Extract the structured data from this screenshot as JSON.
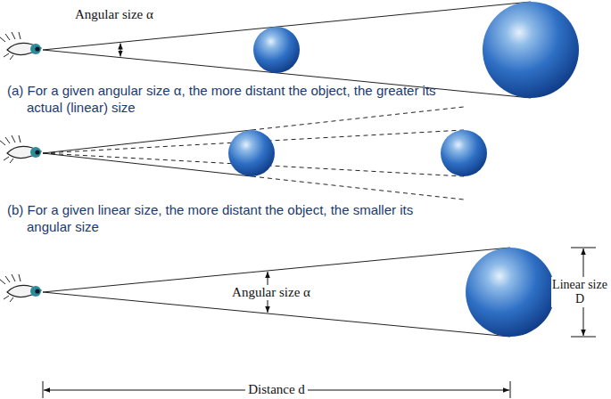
{
  "diagram": {
    "labels": [
      "Angular size α",
      "(a) For a given angular size α, the more distant the object, the greater its actual (linear) size",
      "(b) For a given linear size, the more distant the object, the smaller its angular size",
      "Angular size α",
      "Linear size D",
      "Distance d"
    ]
  }
}
